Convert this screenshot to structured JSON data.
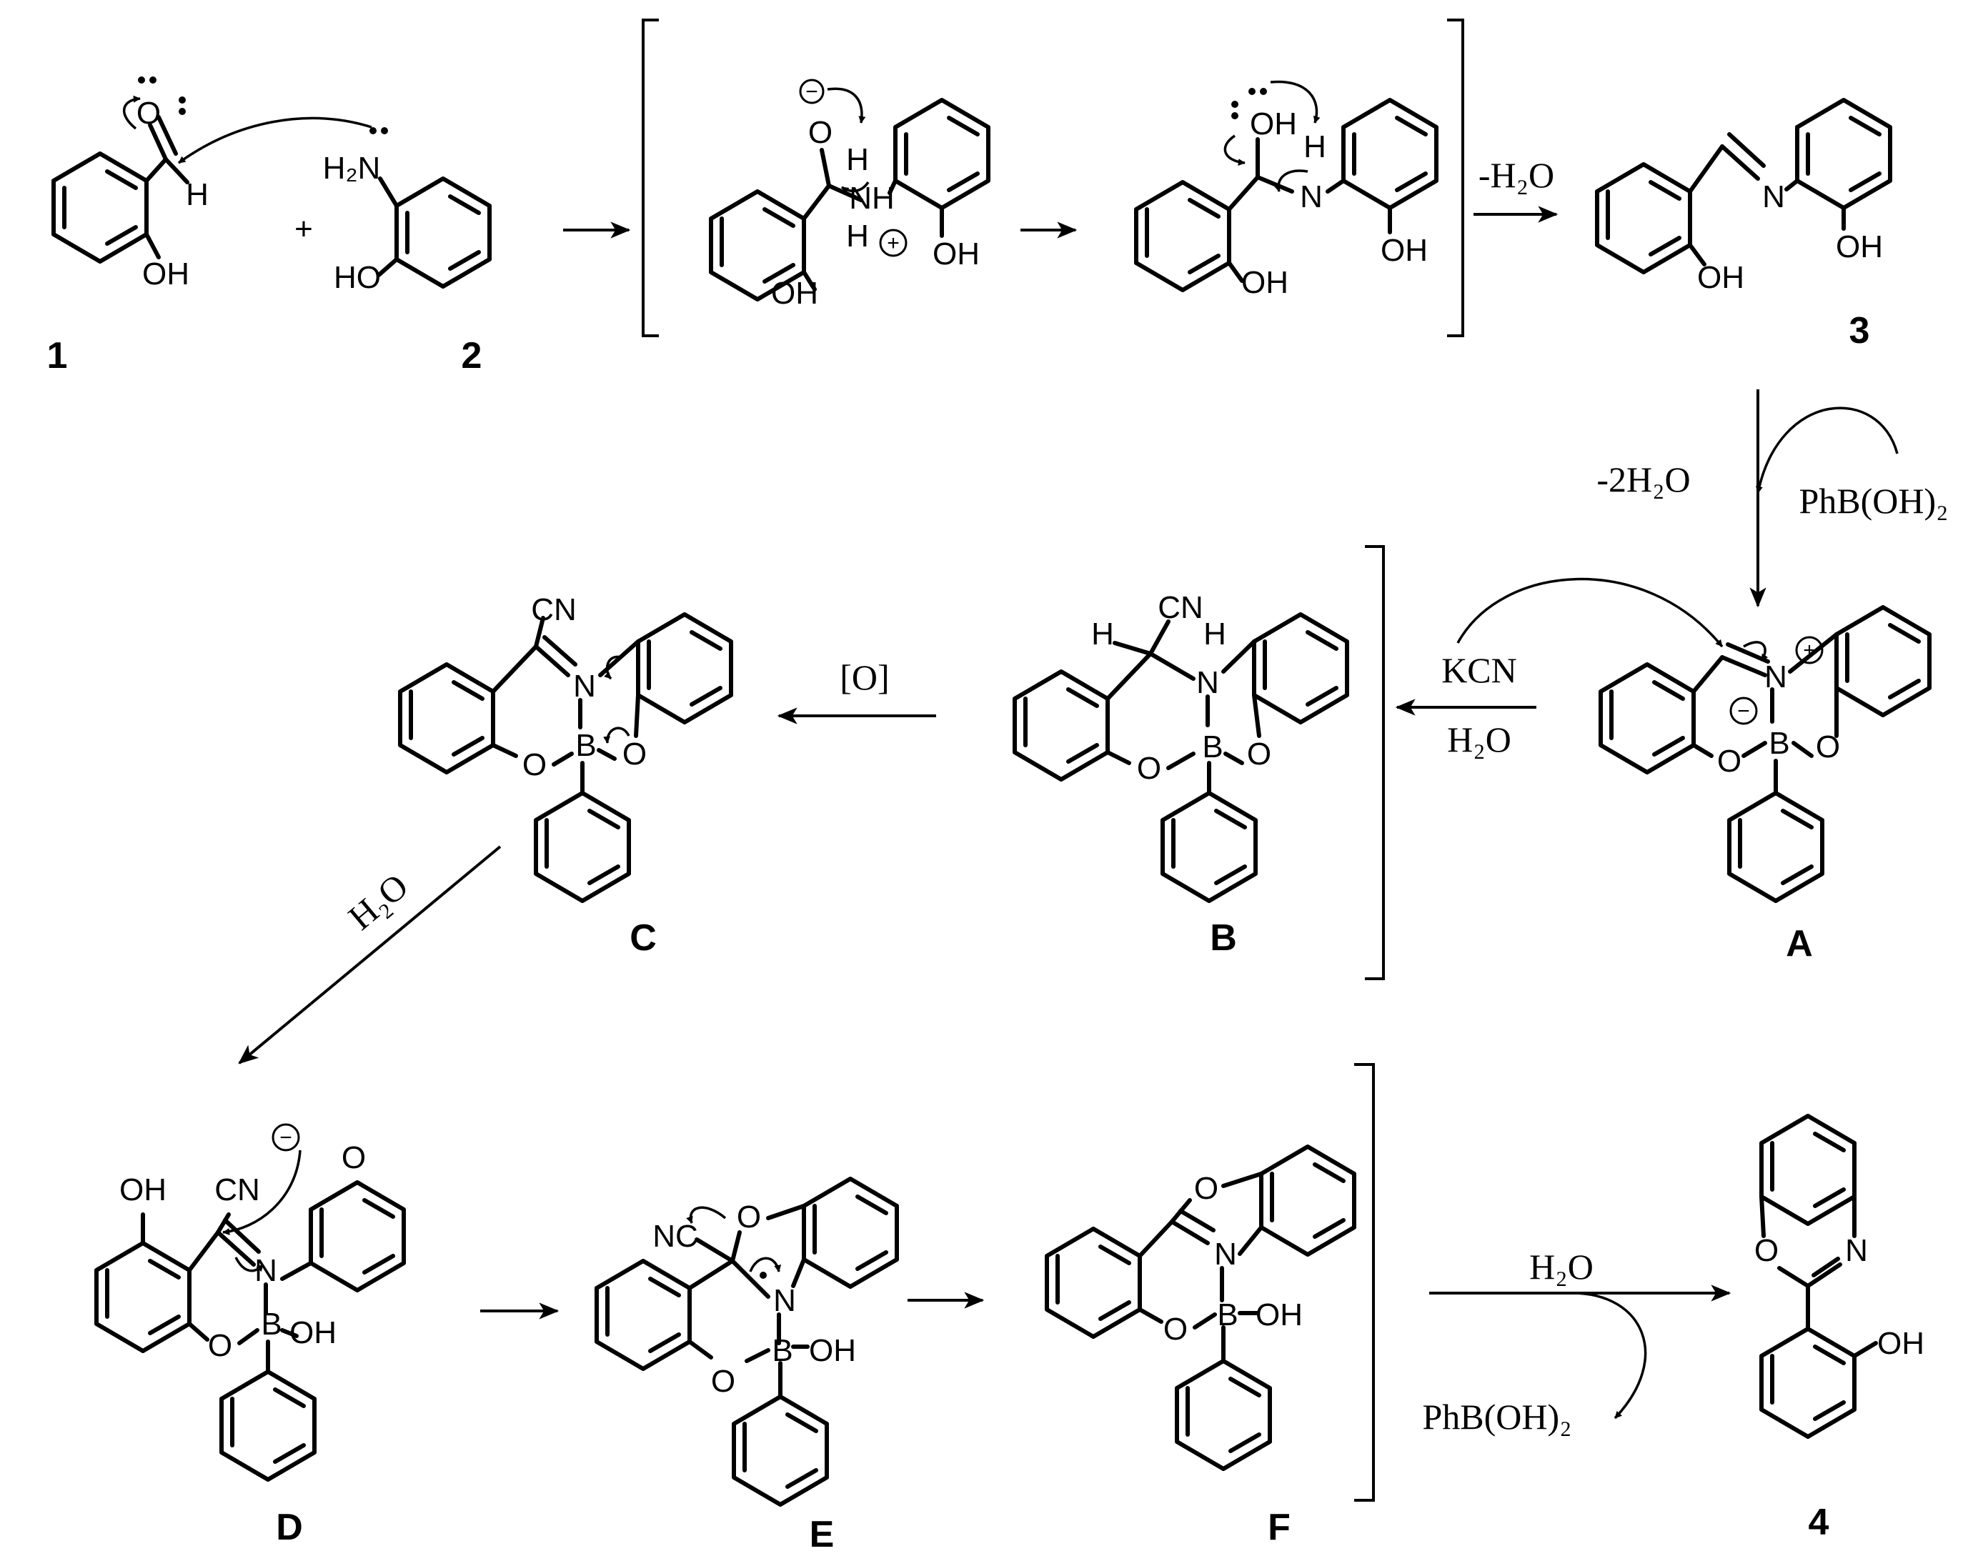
{
  "compound_labels": {
    "c1": "1",
    "c2": "2",
    "c3": "3",
    "c4": "4",
    "A": "A",
    "B": "B",
    "C": "C",
    "D": "D",
    "E": "E",
    "F": "F"
  },
  "atoms": {
    "O": "O",
    "H": "H",
    "OH": "OH",
    "HO": "HO",
    "N": "N",
    "NH": "NH",
    "B": "B",
    "CN": "CN",
    "NC": "NC",
    "H2N": "H₂N",
    "plus": "+",
    "charge_minus": "−",
    "charge_plus": "+"
  },
  "reagents": {
    "minus_h2o": "-H₂O",
    "minus_2h2o": "-2H₂O",
    "phb_oh2_top": "PhB(OH)₂",
    "kcn": "KCN",
    "h2o_b": "H₂O",
    "ox": "[O]",
    "h2o_c": "H₂O",
    "h2o_final": "H₂O",
    "phb_oh2_final": "PhB(OH)₂"
  }
}
